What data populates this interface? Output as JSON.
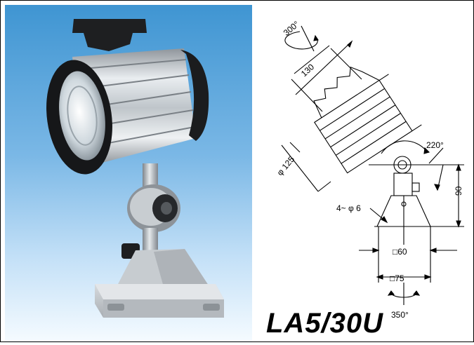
{
  "product": {
    "model": "LA5/30U"
  },
  "drawing": {
    "rotation_head": "300°",
    "length_head": "130",
    "head_diameter": "φ 125",
    "tilt_angle": "220°",
    "base_height": "90",
    "mounting_holes": "4~ φ 6",
    "base_inner_square": "□60",
    "base_outer_square": "□75",
    "base_rotation": "350°"
  },
  "colors": {
    "background_top": "#3f95d2",
    "background_bottom": "#f5fbff",
    "line": "#000000"
  }
}
